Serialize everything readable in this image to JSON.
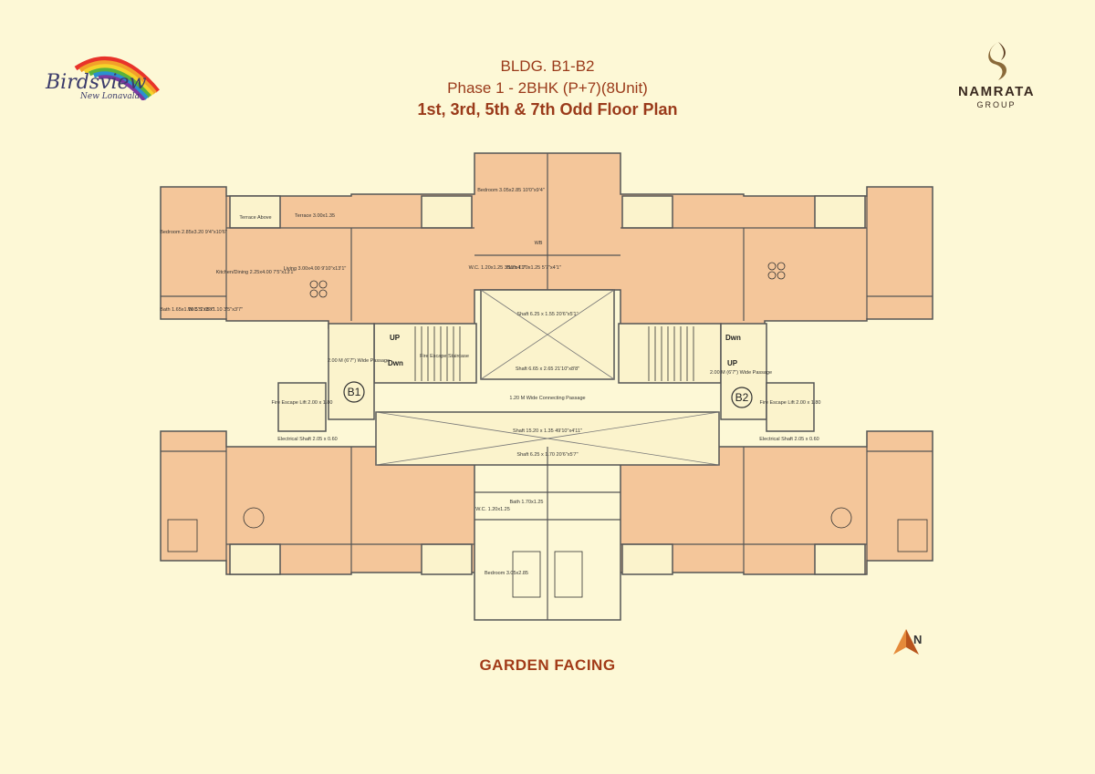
{
  "logo": {
    "name": "Birdsview",
    "subtitle": "New Lonavala"
  },
  "brand": {
    "name": "NAMRATA",
    "sub": "GROUP"
  },
  "header": {
    "line1": "BLDG. B1-B2",
    "line2": "Phase 1 - 2BHK (P+7)(8Unit)",
    "line3": "1st, 3rd, 5th & 7th Odd Floor Plan"
  },
  "footer": {
    "label": "GARDEN FACING"
  },
  "compass": {
    "label": "N"
  },
  "colors": {
    "room": "#f4c69a",
    "wall": "#5a5a5a",
    "bg": "#fdf8d6",
    "accent": "#9a3a1a",
    "core": "#fbf3cc"
  },
  "plan": {
    "buildings": [
      "B1",
      "B2"
    ],
    "passage_left": "2.00 M (6'7\") Wide Passage",
    "passage_right": "2.00 M (6'7\") Wide Passage",
    "connecting": "1.20 M Wide Connecting Passage",
    "stair": "Fire Escape Staircase",
    "up": "UP",
    "down": "Dwn",
    "lift_left": "Fire Escape Lift 2.00 x 1.80",
    "lift_right": "Fire Escape Lift 2.00 x 1.80",
    "shafts": [
      "Shaft 6.25 x 1.55 20'6\"x5'1\"",
      "Shaft 6.65 x 2.65 21'10\"x8'8\"",
      "Shaft 15.20 x 1.35 49'10\"x4'11\"",
      "Shaft 6.25 x 1.70 20'6\"x5'7\""
    ],
    "elec_left": "Electrical Shaft 2.05 x 0.60",
    "elec_right": "Electrical Shaft 2.05 x 0.60",
    "rooms": [
      "Bedroom 2.85x3.20 9'4\"x10'6\"",
      "Kitchen/Dining 2.25x4.00 7'5\"x13'1\"",
      "Living 3.00x4.00 9'10\"x13'1\"",
      "Terrace 3.00x1.35",
      "Terrace Above",
      "Bath 1.65x1.10 5'5\"x3'7\"",
      "W.C. 1.05x1.10 3'5\"x3'7\"",
      "Bedroom 3.05x2.85 10'0\"x9'4\"",
      "W.C. 1.20x1.25 3'11\"x4'1\"",
      "Bath 1.70x1.25 5'7\"x4'1\"",
      "WB",
      "Bedroom 3.05x2.85",
      "W.C. 1.20x1.25",
      "Bath 1.70x1.25"
    ]
  }
}
